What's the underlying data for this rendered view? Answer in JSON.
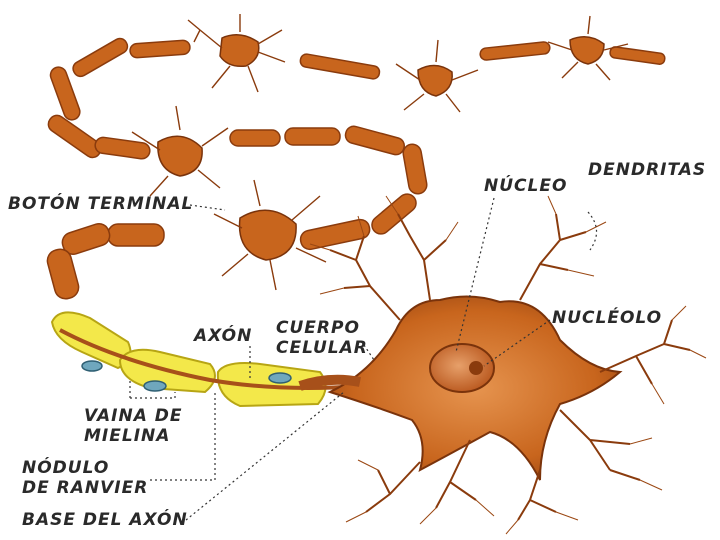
{
  "labels": {
    "boton_terminal": "BOTÓN TERMINAL",
    "nucleo": "NÚCLEO",
    "dendritas": "DENDRITAS",
    "nucleolo": "NUCLÉOLO",
    "axon": "AXÓN",
    "cuerpo_celular": [
      "CUERPO",
      "CELULAR"
    ],
    "vaina_de_mielina": [
      "VAINA DE",
      "MIELINA"
    ],
    "nodulo_de_ranvier": [
      "NÓDULO",
      "DE RANVIER"
    ],
    "base_del_axon": "BASE DEL AXÓN"
  },
  "colors": {
    "neuron_fill": "#c8651d",
    "neuron_dark": "#8a3b0d",
    "neuron_light": "#e08a45",
    "myelin": "#f3e84a",
    "myelin_edge": "#b7a514",
    "label_text": "#2a2a2a",
    "leader_line": "#333333"
  }
}
